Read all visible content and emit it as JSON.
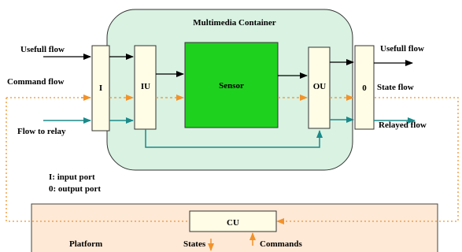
{
  "colors": {
    "container_fill": "#d9f2e2",
    "port_fill": "#fffde6",
    "sensor_fill": "#1fd11f",
    "platform_fill": "#fde9d6",
    "orange": "#f2922a",
    "teal": "#1b8a8a",
    "black": "#000000"
  },
  "container": {
    "title": "Multimedia Container"
  },
  "blocks": {
    "input_port": "I",
    "iu": "IU",
    "sensor": "Sensor",
    "ou": "OU",
    "output_port": "0",
    "cu": "CU"
  },
  "left_labels": {
    "usefull_flow": "Usefull flow",
    "command_flow": "Command flow",
    "flow_to_relay": "Flow to relay"
  },
  "right_labels": {
    "usefull_flow": "Usefull flow",
    "state_flow": "State flow",
    "relayed_flow": "Relayed flow"
  },
  "legend": {
    "input": "I: input port",
    "output": "0:  output  port"
  },
  "platform": {
    "label": "Platform",
    "states": "States",
    "commands": "Commands"
  }
}
